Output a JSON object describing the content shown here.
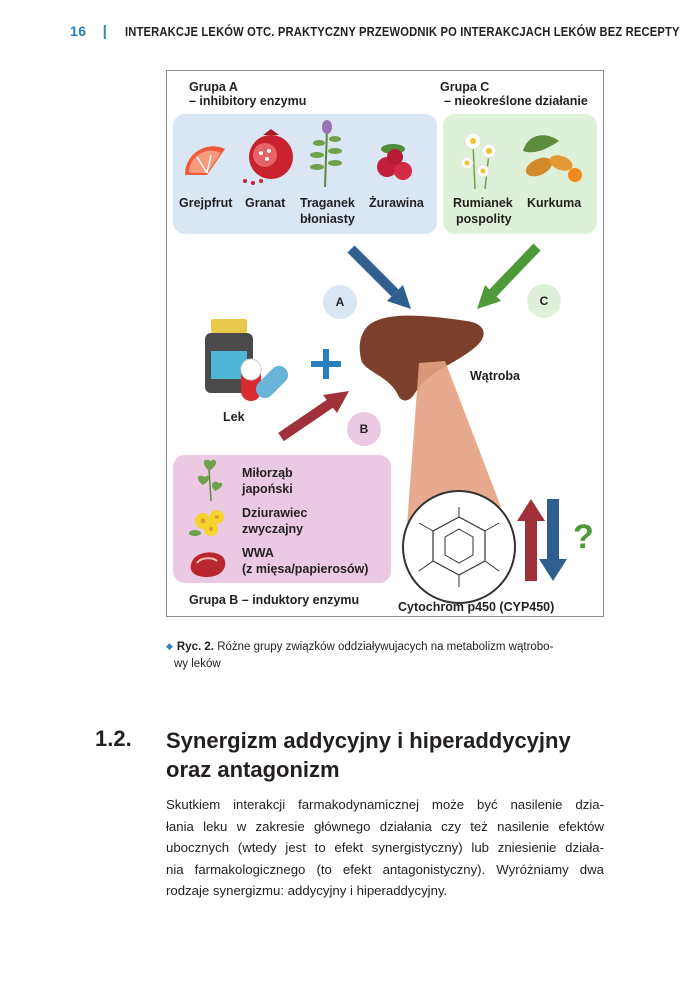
{
  "header": {
    "page_number": "16",
    "separator": "|",
    "running_title": "INTERAKCJE LEKÓW OTC. PRAKTYCZNY PRZEWODNIK PO INTERAKCJACH LEKÓW BEZ RECEPTY"
  },
  "figure": {
    "group_a_title": "Grupa A",
    "group_a_subtitle": "– inhibitory enzymu",
    "group_c_title": "Grupa C",
    "group_c_subtitle": "– nieokreślone działanie",
    "group_a_items": [
      "Grejpfrut",
      "Granat",
      "Traganek",
      "błoniasty",
      "Żurawina"
    ],
    "group_c_items": [
      "Rumianek",
      "pospolity",
      "Kurkuma"
    ],
    "tag_a": "A",
    "tag_b": "B",
    "tag_c": "C",
    "drug_label": "Lek",
    "liver_label": "Wątroba",
    "group_b_items": [
      "Miłorząb",
      "japoński",
      "Dziurawiec",
      "zwyczajny",
      "WWA",
      "(z mięsa/papierosów)"
    ],
    "group_b_footer": "Grupa B – induktory enzymu",
    "cyp_label": "Cytochrom p450 (CYP450)",
    "question_mark": "?",
    "colors": {
      "group_a_panel": "#dae6f3",
      "group_b_panel": "#ecc9e2",
      "group_c_panel": "#dff0d8",
      "arrow_a": "#2f5f8f",
      "arrow_b": "#a0303a",
      "arrow_c": "#4e9a3a",
      "liver": "#7b3f2c",
      "accent_blue": "#2b7fc0"
    }
  },
  "caption": {
    "label": "Ryc. 2.",
    "text_line1": "Różne grupy związków oddziaływujacych na metabolizm wątrobo-",
    "text_line2": "wy leków"
  },
  "section": {
    "number": "1.2.",
    "title_line1": "Synergizm addycyjny i hiperaddycyjny",
    "title_line2": "oraz antagonizm"
  },
  "body": {
    "lines": [
      "Skutkiem interakcji farmakodynamicznej może być nasilenie dzia-",
      "łania leku w zakresie głównego działania czy też nasilenie efektów",
      "ubocznych (wtedy jest to efekt synergistyczny) lub zniesienie działa-",
      "nia farmakologicznego (to efekt antagonistyczny). Wyróżniamy dwa",
      "rodzaje synergizmu: addycyjny i hiperaddycyjny."
    ]
  }
}
